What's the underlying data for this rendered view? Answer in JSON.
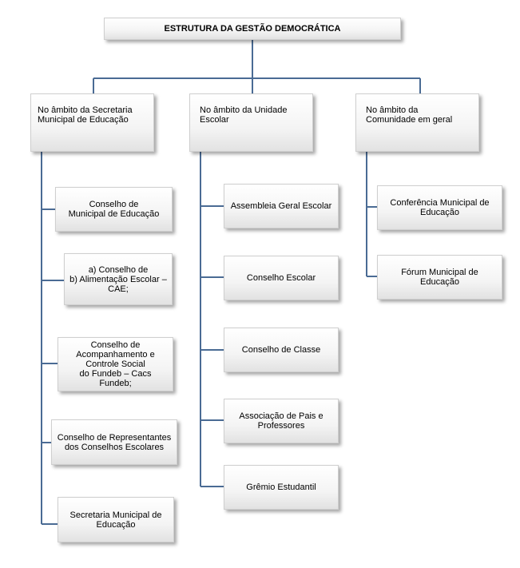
{
  "title": "ESTRUTURA DA GESTÃO DEMOCRÁTICA",
  "categories": [
    {
      "label": "No âmbito da Secretaria Municipal de Educação",
      "items": [
        {
          "lines": [
            "Conselho de",
            "Municipal de Educação"
          ]
        },
        {
          "lines": [
            "a) Conselho de",
            "b) Alimentação Escolar –",
            "CAE;"
          ]
        },
        {
          "lines": [
            "Conselho de",
            "Acompanhamento e",
            "Controle Social",
            "do Fundeb – Cacs",
            "Fundeb;"
          ]
        },
        {
          "lines": [
            "Conselho de Representantes",
            "dos Conselhos Escolares"
          ]
        },
        {
          "lines": [
            "Secretaria Municipal de",
            "Educação"
          ]
        }
      ]
    },
    {
      "label": "No âmbito da Unidade Escolar",
      "items": [
        {
          "lines": [
            "Assembleia Geral Escolar"
          ]
        },
        {
          "lines": [
            "Conselho Escolar"
          ]
        },
        {
          "lines": [
            "Conselho de Classe"
          ]
        },
        {
          "lines": [
            "Associação de Pais e",
            "Professores"
          ]
        },
        {
          "lines": [
            "Grêmio Estudantil"
          ]
        }
      ]
    },
    {
      "label": "No âmbito da Comunidade em geral",
      "items": [
        {
          "lines": [
            "Conferência Municipal de",
            "Educação"
          ]
        },
        {
          "lines": [
            "Fórum Municipal de",
            "Educação"
          ]
        }
      ]
    }
  ],
  "colors": {
    "connector": "#4a6b94"
  }
}
